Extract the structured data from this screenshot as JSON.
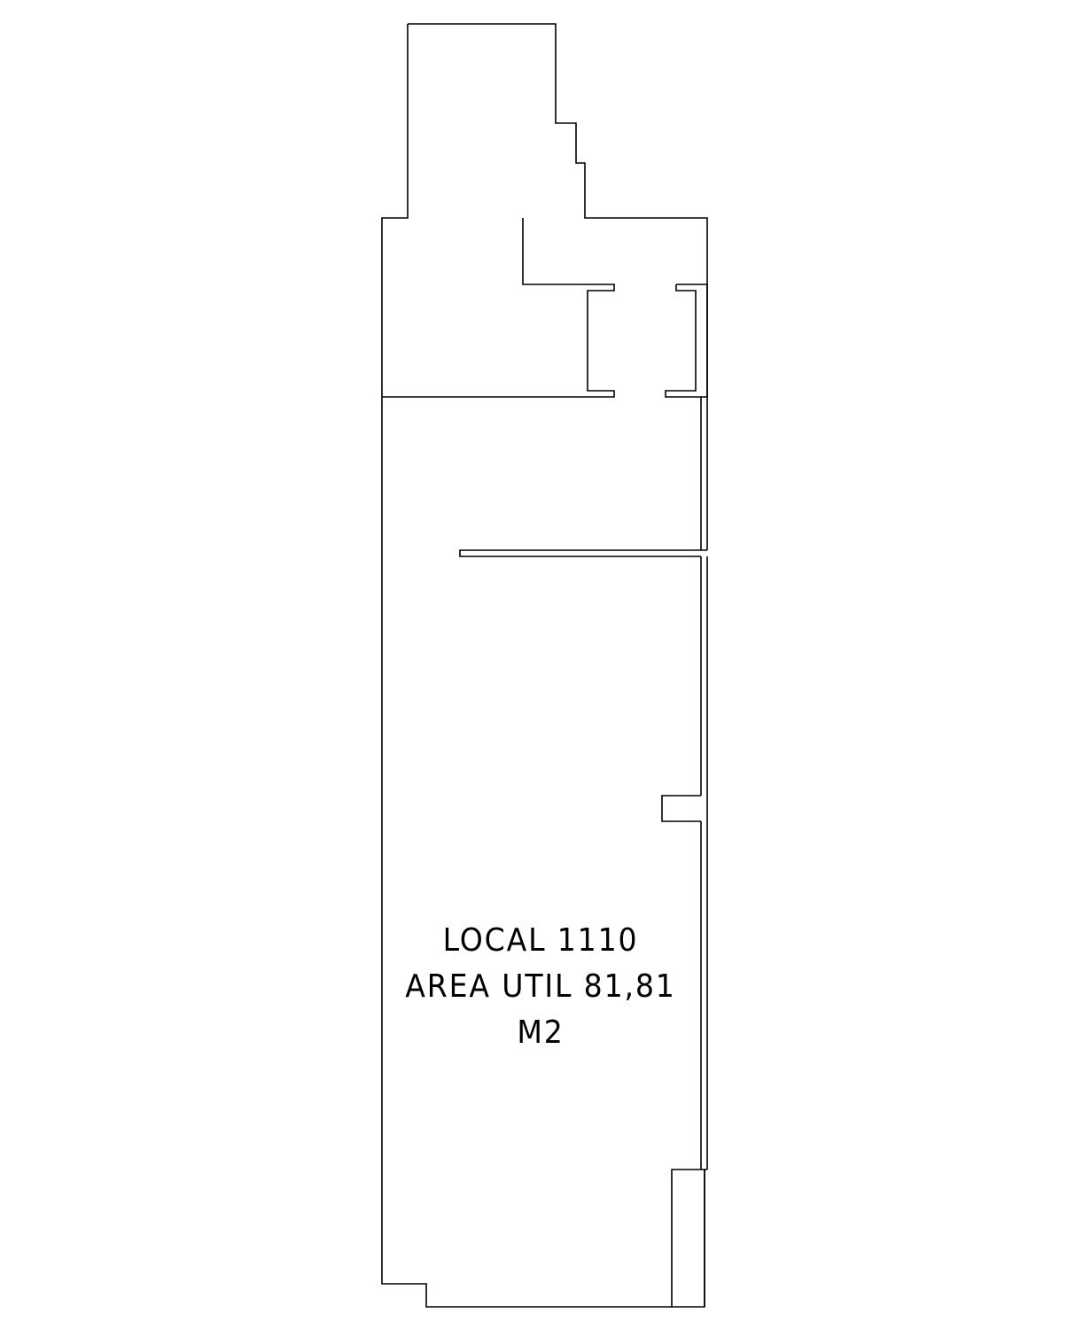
{
  "plan": {
    "label_lines": [
      "LOCAL 1110",
      "AREA UTIL 81,81",
      "M2"
    ],
    "line_color": "#000000",
    "background_color": "#ffffff"
  }
}
